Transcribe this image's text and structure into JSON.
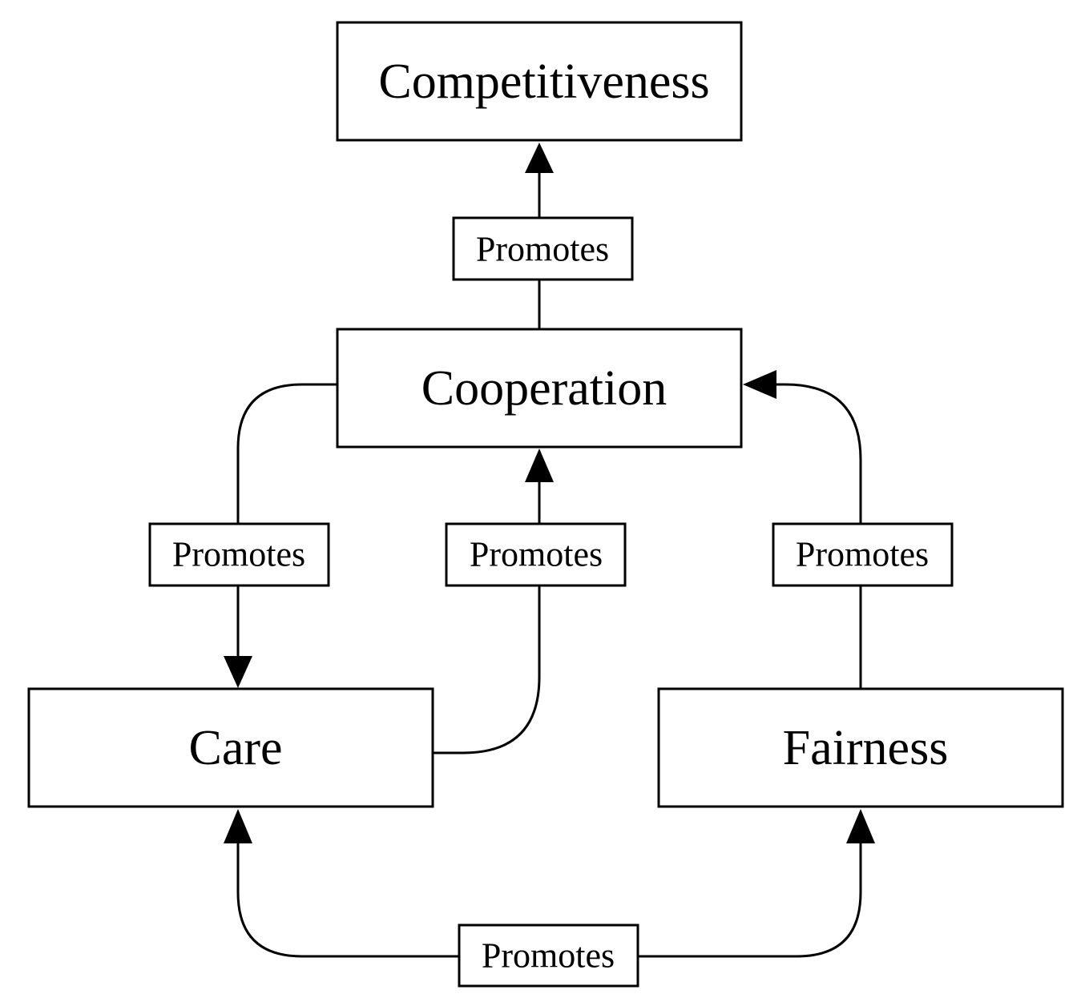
{
  "nodes": {
    "competitiveness": "Competitiveness",
    "cooperation": "Cooperation",
    "care": "Care",
    "fairness": "Fairness"
  },
  "edges": [
    {
      "from": "Cooperation",
      "to": "Competitiveness",
      "label": "Promotes"
    },
    {
      "from": "Cooperation",
      "to": "Care",
      "label": "Promotes"
    },
    {
      "from": "Care",
      "to": "Cooperation",
      "label": "Promotes"
    },
    {
      "from": "Fairness",
      "to": "Cooperation",
      "label": "Promotes"
    },
    {
      "from": "Care",
      "to": "Fairness",
      "label": "Promotes"
    }
  ],
  "colors": {
    "stroke": "#000000",
    "background": "#ffffff"
  }
}
